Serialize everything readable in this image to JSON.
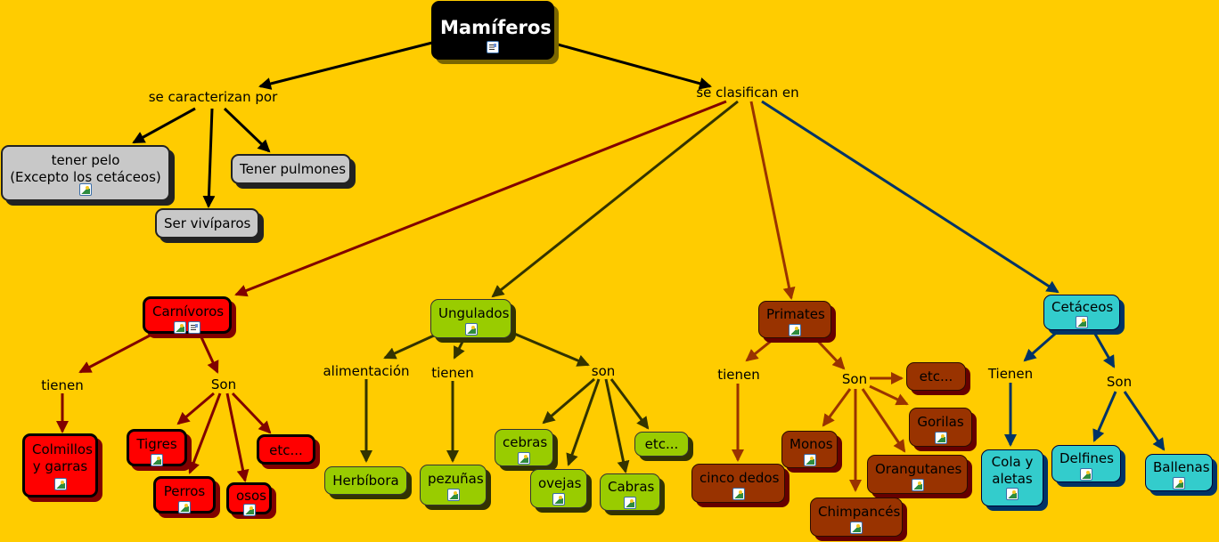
{
  "concept_map": {
    "root": {
      "label": "Mamíferos",
      "icons": [
        "document-icon"
      ]
    },
    "link_phrases": {
      "characterized": "se caracterizan por",
      "classified": "se clasifican en",
      "carn_have": "tienen",
      "carn_are": "Son",
      "ung_diet": "alimentación",
      "ung_have": "tienen",
      "ung_are": "son",
      "prim_have": "tienen",
      "prim_are": "Son",
      "cet_have": "Tienen",
      "cet_are": "Son"
    },
    "characteristics": {
      "hair": {
        "line1": "tener pelo",
        "line2": "(Excepto los cetáceos)"
      },
      "lungs": "Tener pulmones",
      "viviparous": "Ser vivíparos"
    },
    "categories": {
      "carnivoros": {
        "label": "Carnívoros",
        "color": "#FF0000",
        "has": {
          "line1": "Colmillos",
          "line2": "y garras"
        },
        "examples": [
          "Tigres",
          "Perros",
          "osos",
          "etc..."
        ]
      },
      "ungulados": {
        "label": "Ungulados",
        "color": "#99CC00",
        "diet": "Herbíbora",
        "has": "pezuñas",
        "examples": [
          "cebras",
          "ovejas",
          "Cabras",
          "etc..."
        ]
      },
      "primates": {
        "label": "Primates",
        "color": "#993300",
        "has": "cinco dedos",
        "examples": [
          "etc...",
          "Gorilas",
          "Monos",
          "Orangutanes",
          "Chimpancés"
        ]
      },
      "cetaceos": {
        "label": "Cetáceos",
        "color": "#33CCCC",
        "has": {
          "line1": "Cola y",
          "line2": "aletas"
        },
        "examples": [
          "Delfines",
          "Ballenas"
        ]
      }
    },
    "colors": {
      "background": "#FFCC00",
      "link_black": "#000000",
      "link_carnivoros": "#800000",
      "link_ungulados": "#333300",
      "link_primates": "#993300",
      "link_cetaceos": "#003366"
    }
  }
}
